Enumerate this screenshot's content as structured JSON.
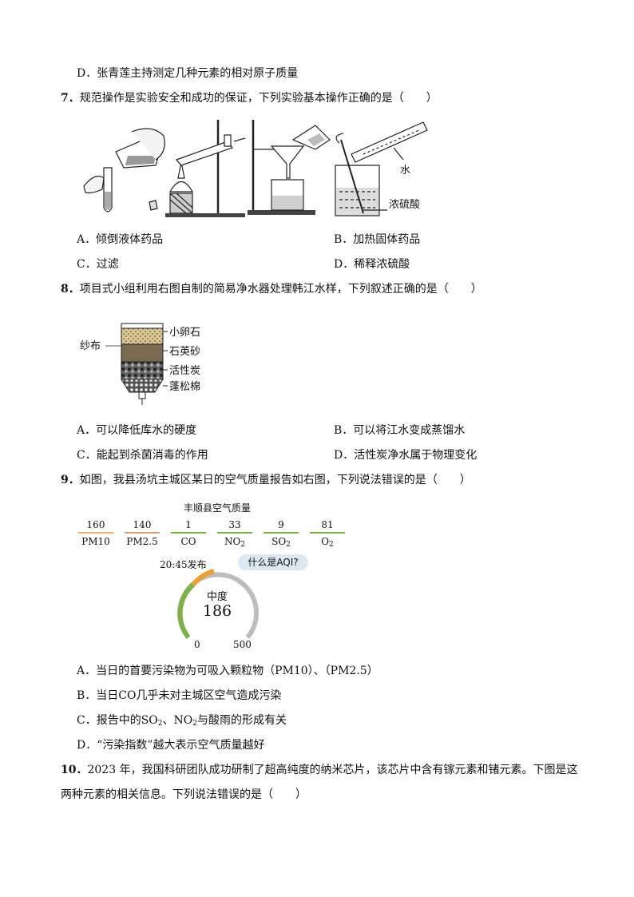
{
  "q6": {
    "optD": "D．张青莲主持测定几种元素的相对原子质量"
  },
  "q7": {
    "num": "7．",
    "text": "规范操作是实验安全和成功的保证，下列实验基本操作正确的是（　　）",
    "fig_label_water": "水",
    "fig_label_acid": "浓硫酸",
    "options": [
      "A．倾倒液体药品",
      "B．加热固体药品",
      "C．过滤",
      "D．稀释浓硫酸"
    ]
  },
  "q8": {
    "num": "8．",
    "text": "项目式小组利用右图自制的简易净水器处理韩江水样，下列叙述正确的是（　　）",
    "fig_labels": {
      "gauze": "纱布",
      "pebble": "小卵石",
      "sand": "石英砂",
      "carbon": "活性炭",
      "cotton": "蓬松棉"
    },
    "options": [
      "A．可以降低库水的硬度",
      "B．可以将江水变成蒸馏水",
      "C．能起到杀菌消毒的作用",
      "D．活性炭净水属于物理变化"
    ]
  },
  "q9": {
    "num": "9．",
    "text": "如图，我县汤坑主城区某日的空气质量报告如右图，下列说法错误的是（　　）",
    "report": {
      "title": "丰顺县空气质量",
      "items": [
        {
          "value": "160",
          "name": "PM10",
          "color": "#e8b36a"
        },
        {
          "value": "140",
          "name": "PM2.5",
          "color": "#e59f73"
        },
        {
          "value": "1",
          "name": "CO",
          "color": "#7cb342"
        },
        {
          "value": "33",
          "name": "NO",
          "sub": "2",
          "color": "#7cb342"
        },
        {
          "value": "9",
          "name": "SO",
          "sub": "2",
          "color": "#7cb342"
        },
        {
          "value": "81",
          "name": "O",
          "sub": "2",
          "color": "#7cb342"
        }
      ],
      "publish_time": "20:45发布",
      "what_is_aqi": "什么是AQI?",
      "level": "中度",
      "aqi": "186",
      "aqi_max": 500,
      "gauge_min": "0",
      "gauge_max": "500",
      "colors": {
        "green": "#7cb342",
        "orange": "#f0a030",
        "grey": "#bdbdbd",
        "pill": "#dde8f5"
      }
    },
    "options": [
      "A．当日的首要污染物为可吸入颗粒物（PM10）、（PM2.5）",
      "B．当日CO几乎未对主城区空气造成污染",
      "C．报告中的SO",
      "、NO",
      "与酸雨的形成有关",
      "D．“污染指数”越大表示空气质量越好"
    ]
  },
  "q10": {
    "num": "10．",
    "text1": "2023 年，我国科研团队成功研制了超高纯度的纳米芯片，该芯片中含有镓元素和锗元素。下图是这",
    "text2": "两种元素的相关信息。下列说法错误的是（　　）"
  }
}
